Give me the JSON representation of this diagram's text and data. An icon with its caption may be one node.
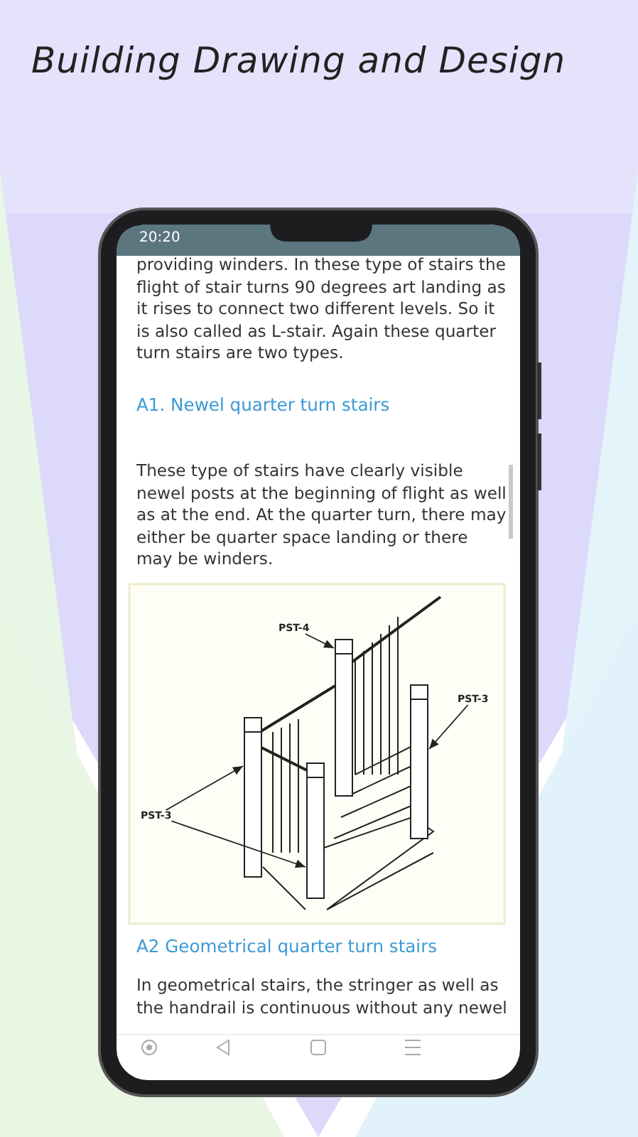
{
  "diagram": {
    "title": "Building Drawing and Design",
    "nodes": [
      {
        "text": [
          "PST-4"
        ]
      },
      {
        "text": [
          "PST-3"
        ]
      },
      {
        "text": [
          "PST-3"
        ]
      },
      {
        "text": [],
        "shape": "picture"
      },
      {
        "text": [],
        "shape": "picture"
      },
      {
        "text": [],
        "shape": "picture"
      },
      {
        "text": [],
        "shape": "picture"
      }
    ],
    "edges": [
      {
        "from": 0,
        "to": 5,
        "arrow": "to"
      },
      {
        "from": 1,
        "to": 6,
        "arrow": "to"
      },
      {
        "from": 2,
        "to": 3,
        "arrow": "to"
      },
      {
        "from": 2,
        "to": 4,
        "arrow": "to"
      }
    ],
    "labels": [
      "20:20",
      "providing winders. In these type of stairs the flight of stair turns 90 degrees art landing as it rises to connect two different levels. So it is also called as L-stair. Again these quarter turn stairs are two types.",
      "A1. Newel quarter turn stairs",
      "These type of stairs have clearly visible newel posts at the beginning of flight as well as at the end. At the quarter turn, there may either be quarter space landing or there may be winders.",
      "A2 Geometrical quarter turn stairs",
      "In geometrical stairs, the stringer as well as the handrail is continuous without any newel"
    ]
  }
}
